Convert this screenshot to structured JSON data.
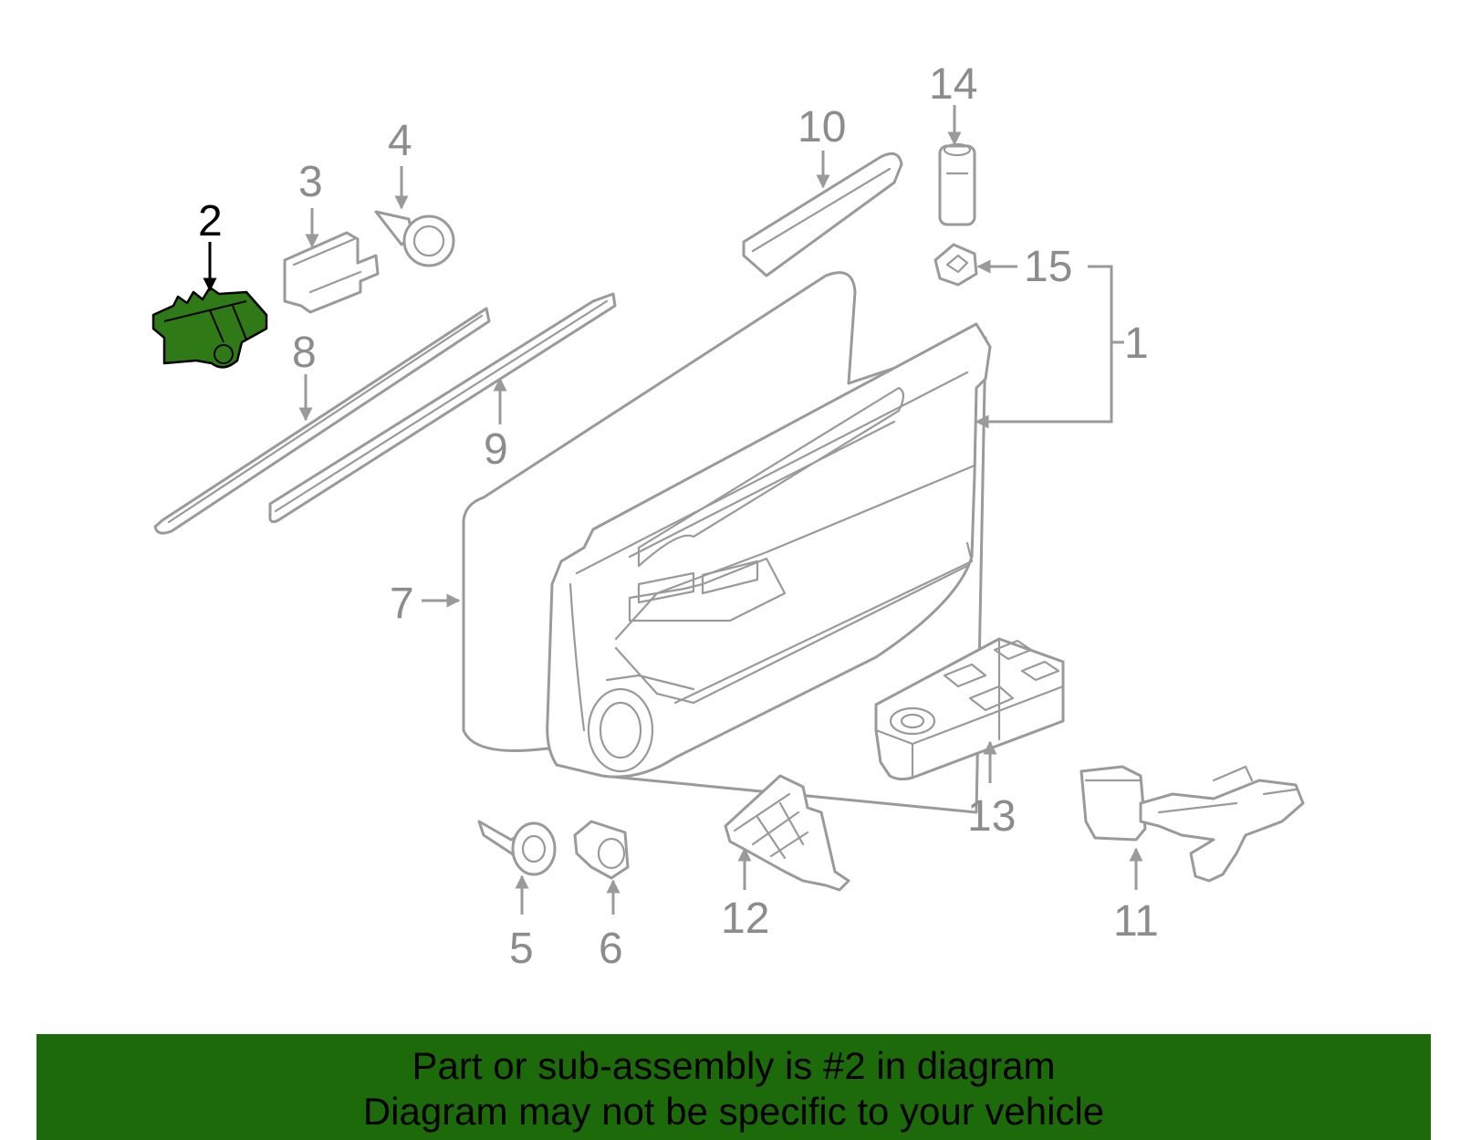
{
  "callouts": {
    "c1": "1",
    "c2": "2",
    "c3": "3",
    "c4": "4",
    "c5": "5",
    "c6": "6",
    "c7": "7",
    "c8": "8",
    "c9": "9",
    "c10": "10",
    "c11": "11",
    "c12": "12",
    "c13": "13",
    "c14": "14",
    "c15": "15"
  },
  "highlighted_part": "2",
  "colors": {
    "highlight": "#2f7a17",
    "banner": "#1d6a0b",
    "line_art": "#9a9a9a"
  },
  "banner": {
    "line1": "Part or sub-assembly is #2 in diagram",
    "line2": "Diagram may not be specific to your vehicle"
  }
}
